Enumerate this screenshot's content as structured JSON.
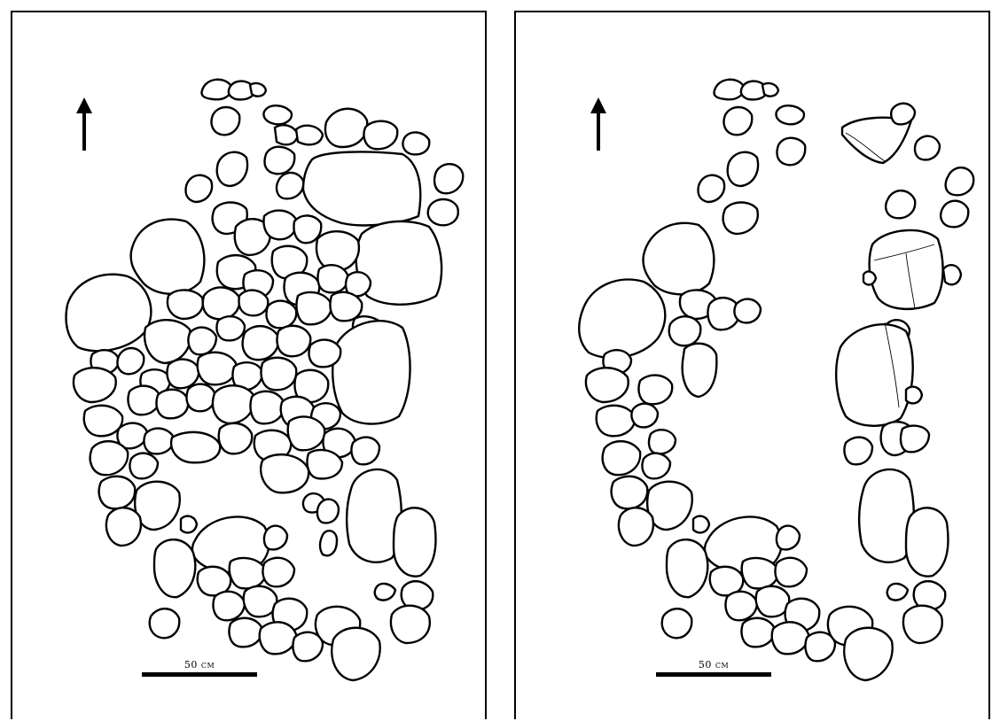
{
  "panels": [
    {
      "id": "left",
      "north_arrow": "north-arrow",
      "scale_label": "50 cm"
    },
    {
      "id": "right",
      "north_arrow": "north-arrow",
      "scale_label": "50 cm"
    }
  ],
  "colors": {
    "stroke": "#000000",
    "background": "#ffffff"
  }
}
